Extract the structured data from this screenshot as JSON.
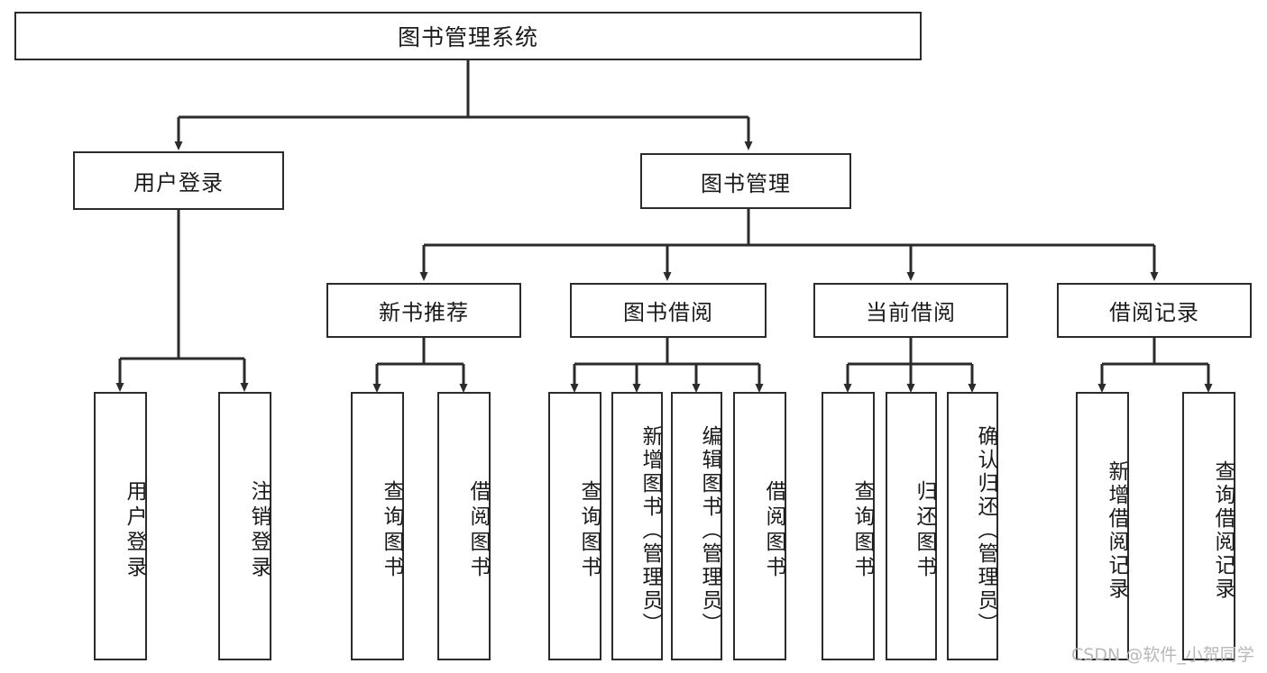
{
  "diagram": {
    "title": "图书管理系统",
    "type": "tree-hierarchy-diagram",
    "colors": {
      "box_border": "#2b2b2b",
      "box_fill": "#ffffff",
      "line": "#2b2b2b",
      "text": "#1b1b1b",
      "watermark": "#b8b8b8",
      "background": "#ffffff"
    }
  },
  "root": {
    "label": "图书管理系统"
  },
  "level2": [
    {
      "label": "用户登录"
    },
    {
      "label": "图书管理"
    }
  ],
  "level3": [
    {
      "label": "新书推荐"
    },
    {
      "label": "图书借阅"
    },
    {
      "label": "当前借阅"
    },
    {
      "label": "借阅记录"
    }
  ],
  "leaves": {
    "user_login": [
      {
        "label": "用户登录"
      },
      {
        "label": "注销登录"
      }
    ],
    "new_book_recommend": [
      {
        "label": "查询图书"
      },
      {
        "label": "借阅图书"
      }
    ],
    "book_borrow": [
      {
        "label": "查询图书"
      },
      {
        "label": "新增图书（管理员）"
      },
      {
        "label": "编辑图书（管理员）"
      },
      {
        "label": "借阅图书"
      }
    ],
    "current_borrow": [
      {
        "label": "查询图书"
      },
      {
        "label": "归还图书"
      },
      {
        "label": "确认归还（管理员）"
      }
    ],
    "borrow_record": [
      {
        "label": "新增借阅记录"
      },
      {
        "label": "查询借阅记录"
      }
    ]
  },
  "watermark": {
    "text": "CSDN @软件_小贺同学"
  }
}
